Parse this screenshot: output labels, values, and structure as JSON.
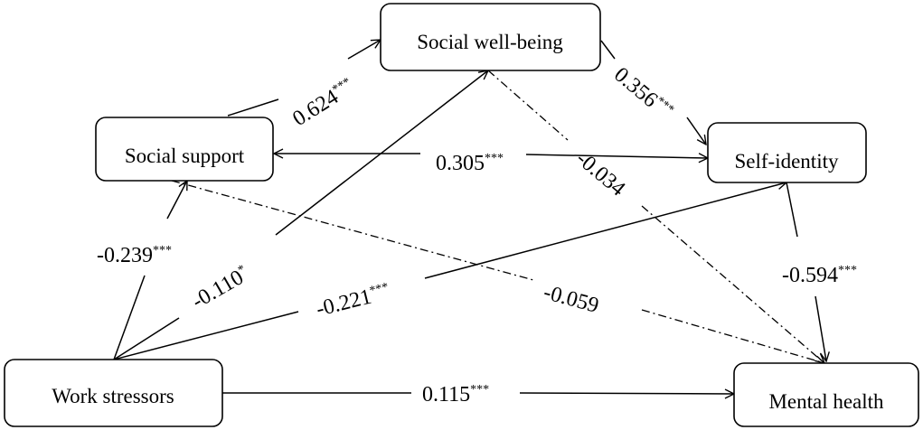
{
  "nodes": {
    "work_stressors": "Work stressors",
    "social_support": "Social support",
    "social_well_being": "Social well-being",
    "self_identity": "Self-identity",
    "mental_health": "Mental health"
  },
  "edges": {
    "ws_ss": {
      "value": "-0.239",
      "sig": "***"
    },
    "ws_swb": {
      "value": "-0.110",
      "sig": "*"
    },
    "ws_si": {
      "value": "-0.221",
      "sig": "***"
    },
    "ws_mh": {
      "value": "0.115",
      "sig": "***"
    },
    "ss_swb": {
      "value": "0.624",
      "sig": "***"
    },
    "ss_si": {
      "value": "0.305",
      "sig": "***"
    },
    "ss_mh": {
      "value": "-0.059",
      "sig": ""
    },
    "swb_si": {
      "value": "0.356",
      "sig": "***"
    },
    "swb_mh": {
      "value": "-0.034",
      "sig": ""
    },
    "si_mh": {
      "value": "-0.594",
      "sig": "***"
    }
  }
}
